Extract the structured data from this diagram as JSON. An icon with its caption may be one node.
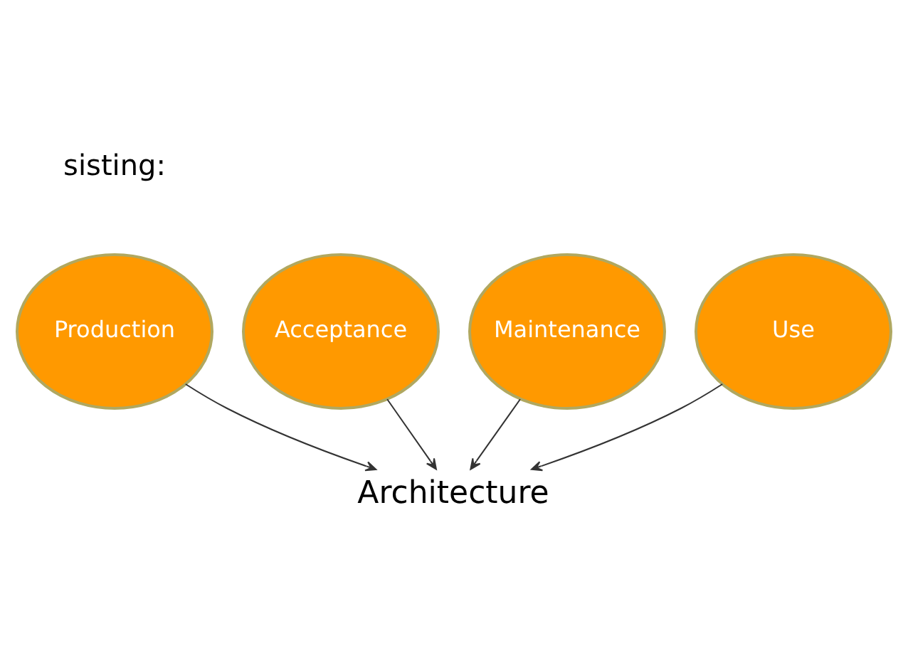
{
  "diagram": {
    "nodes": [
      {
        "text": [
          "Production"
        ]
      },
      {
        "text": [
          "Acceptance"
        ]
      },
      {
        "text": [
          "Maintenance"
        ]
      },
      {
        "text": [
          "Use"
        ]
      },
      {
        "text": [
          "Architecture"
        ]
      }
    ],
    "edges": [
      {
        "from": 0,
        "to": 4,
        "arrow": "to"
      },
      {
        "from": 1,
        "to": 4,
        "arrow": "to"
      },
      {
        "from": 2,
        "to": 4,
        "arrow": "to"
      },
      {
        "from": 3,
        "to": 4,
        "arrow": "to"
      }
    ],
    "labels": [
      "sisting:"
    ]
  }
}
